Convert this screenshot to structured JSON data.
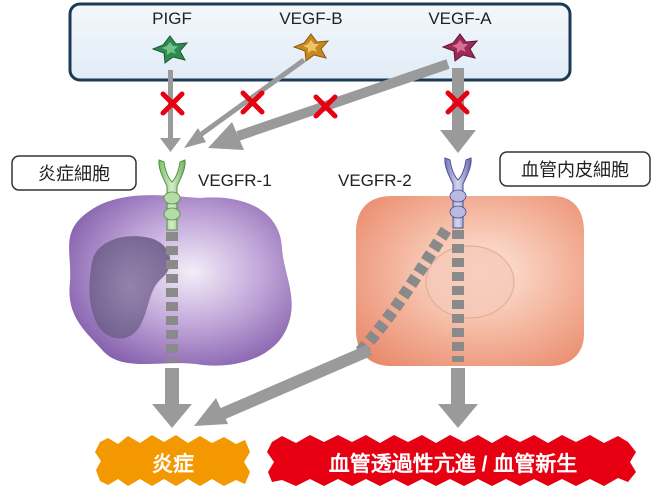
{
  "ligands": {
    "pigf": "PIGF",
    "vegf_b": "VEGF-B",
    "vegf_a": "VEGF-A"
  },
  "cells": {
    "inflammatory_cell": "炎症細胞",
    "endothelial_cell": "血管内皮細胞"
  },
  "receptors": {
    "vegfr1": "VEGFR-1",
    "vegfr2": "VEGFR-2"
  },
  "outcomes": {
    "inflammation": "炎症",
    "permeability_angiogenesis": "血管透過性亢進 / 血管新生"
  },
  "colors": {
    "ligand_box_fill": "#e8f1f8",
    "ligand_box_stroke": "#1c3a55",
    "pigf_star": "#2e8a4e",
    "vegf_b_star": "#c9871e",
    "vegf_a_star": "#9c2a55",
    "block_x": "#e60012",
    "arrow_gray": "#9a9a9a",
    "dashed_signal": "#8a8a8a",
    "inflammatory_cell": "#8e68b3",
    "endothelial_cell": "#ee9c82",
    "vegfr1_receptor": "#9ed08e",
    "vegfr2_receptor": "#8e90c8",
    "inflammation_badge": "#f39800",
    "angiogenesis_badge": "#e60012"
  }
}
